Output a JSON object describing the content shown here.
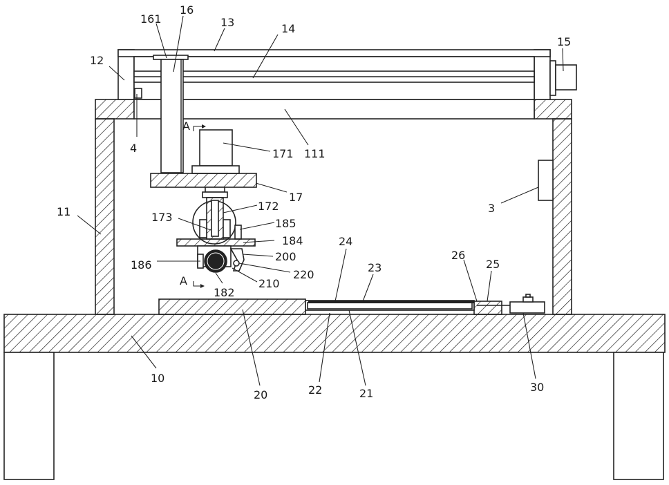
{
  "labels": {
    "l161": "161",
    "l16": "16",
    "l13": "13",
    "l14": "14",
    "l15": "15",
    "l12": "12",
    "l4": "4",
    "l111": "111",
    "l171": "171",
    "lA_top": "A",
    "l17": "17",
    "l11": "11",
    "l172": "172",
    "l173": "173",
    "l185": "185",
    "l184": "184",
    "l186": "186",
    "l200": "200",
    "l220": "220",
    "l210": "210",
    "lA_bot": "A",
    "l182": "182",
    "l3": "3",
    "l24": "24",
    "l23": "23",
    "l26": "26",
    "l25": "25",
    "l10": "10",
    "l20": "20",
    "l22": "22",
    "l21": "21",
    "l30": "30"
  }
}
